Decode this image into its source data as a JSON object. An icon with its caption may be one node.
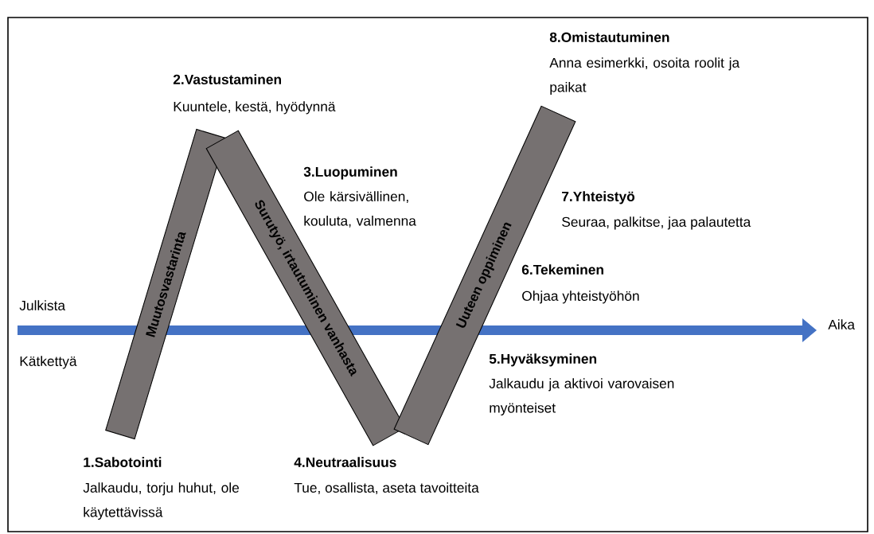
{
  "diagram": {
    "nodes": [
      {
        "text": [
          "Muutosvastarinta"
        ]
      },
      {
        "text": [
          "Surutyö, irtautuminen vanhasta"
        ]
      },
      {
        "text": [
          "Uuteen oppiminen"
        ]
      }
    ],
    "labels": [
      "8.Omistautuminen",
      "Anna esimerkki, osoita roolit ja paikat",
      "2.Vastustaminen",
      "Kuuntele, kestä, hyödynnä",
      "3.Luopuminen",
      "Ole kärsivällinen, kouluta, valmenna",
      "7.Yhteistyö",
      "Seuraa, palkitse, jaa palautetta",
      "6.Tekeminen",
      "Ohjaa yhteistyöhön",
      "Julkista",
      "Aika",
      "Kätkettyä",
      "5.Hyväksyminen",
      "Jalkaudu ja aktivoi varovaisen myönteiset",
      "1.Sabotointi",
      "Jalkaudu, torju huhut, ole käytettävissä",
      "4.Neutraalisuus",
      "Tue, osallista, aseta tavoitteita"
    ]
  }
}
